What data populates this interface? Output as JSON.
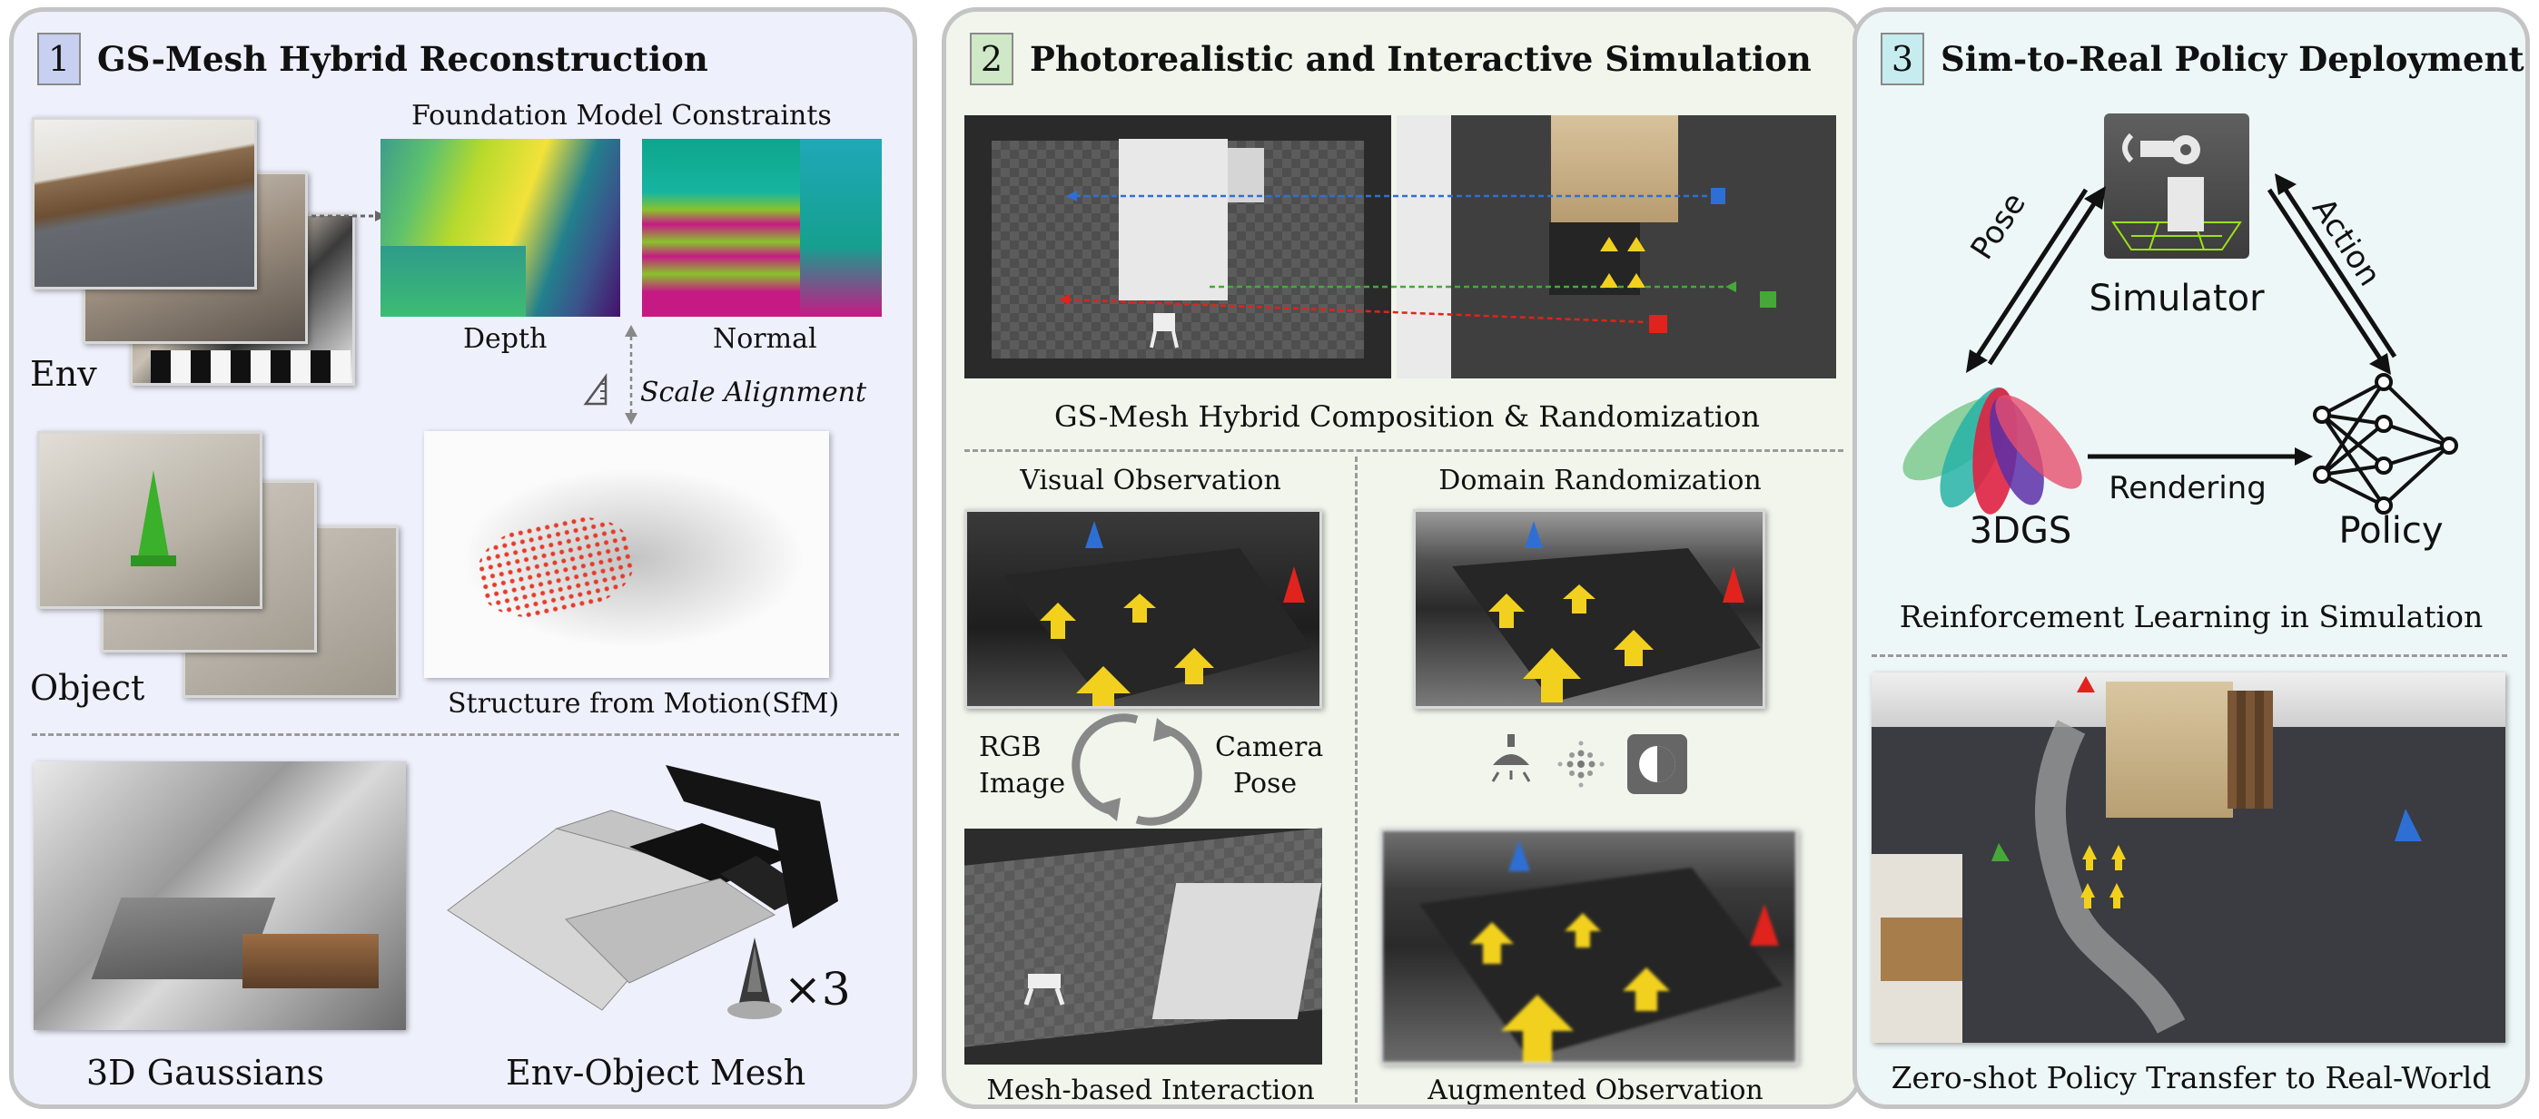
{
  "panel1": {
    "number": "1",
    "title": "GS-Mesh Hybrid Reconstruction",
    "constraints_label": "Foundation Model Constraints",
    "env_label": "Env",
    "depth_label": "Depth",
    "normal_label": "Normal",
    "scale_label": "Scale Alignment",
    "object_label": "Object",
    "sfm_label": "Structure from Motion(SfM)",
    "gaussians_label": "3D Gaussians",
    "mesh_label": "Env-Object Mesh",
    "times_label": "×3"
  },
  "panel2": {
    "number": "2",
    "title": "Photorealistic and Interactive Simulation",
    "composition_label": "GS-Mesh Hybrid Composition & Randomization",
    "visual_obs_label": "Visual Observation",
    "domain_rand_label": "Domain Randomization",
    "rgb_label_1": "RGB",
    "rgb_label_2": "Image",
    "camera_label_1": "Camera",
    "camera_label_2": "Pose",
    "mesh_interaction_label": "Mesh-based Interaction",
    "augmented_label": "Augmented Observation"
  },
  "panel3": {
    "number": "3",
    "title": "Sim-to-Real Policy Deployment",
    "simulator_label": "Simulator",
    "pose_label": "Pose",
    "action_label": "Action",
    "rendering_label": "Rendering",
    "gs_label": "3DGS",
    "policy_label": "Policy",
    "rl_label": "Reinforcement Learning in Simulation",
    "transfer_label": "Zero-shot Policy Transfer to Real-World"
  },
  "colors": {
    "panel1_bg": "#eef0fb",
    "panel2_bg": "#f1f5ec",
    "panel3_bg": "#eef7f7",
    "num1_bg": "#c7d0f0",
    "num2_bg": "#cfe8c7",
    "num3_bg": "#c6ecef",
    "arrow_red": "#e0231c",
    "arrow_blue": "#2e6fd6",
    "arrow_green": "#47a83a",
    "yellow_arrow": "#f2d11e"
  }
}
